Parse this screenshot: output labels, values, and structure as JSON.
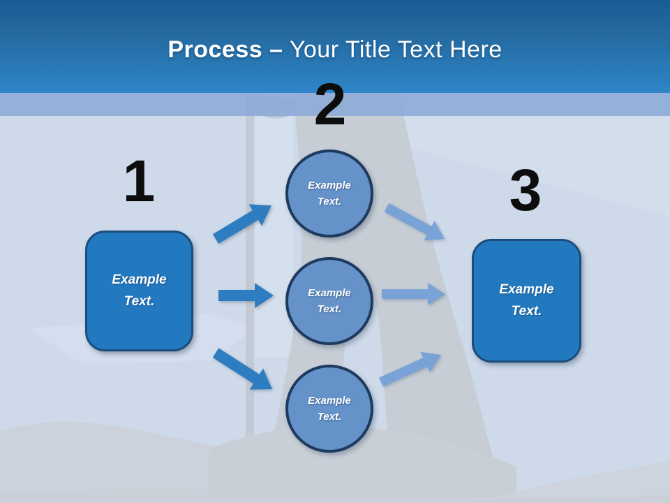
{
  "slide": {
    "title": {
      "bold": "Process –",
      "rest": "Your Title Text Here"
    },
    "steps": [
      {
        "number": "1",
        "label": "Example Text."
      },
      {
        "number": "2",
        "circle_labels": [
          "Example Text.",
          "Example Text.",
          "Example Text."
        ]
      },
      {
        "number": "3",
        "label": "Example Text."
      }
    ]
  },
  "colors": {
    "header_gradient_top": "#1a5b95",
    "header_gradient_bottom": "#2e85c7",
    "sub_band": "#94b0db",
    "canvas_base": "#cedaea",
    "photo_gray": "#c5ccd4",
    "box_fill": "#2279bf",
    "box_border": "#1a4d7c",
    "circle_fill": "#6492c9",
    "circle_border": "#1e3a5f",
    "arrow_left": "#2e7dc0",
    "arrow_right": "#79a3d7",
    "number_color": "#0d0d0d",
    "title_color": "#ffffff",
    "shape_text_color": "#ffffff"
  }
}
